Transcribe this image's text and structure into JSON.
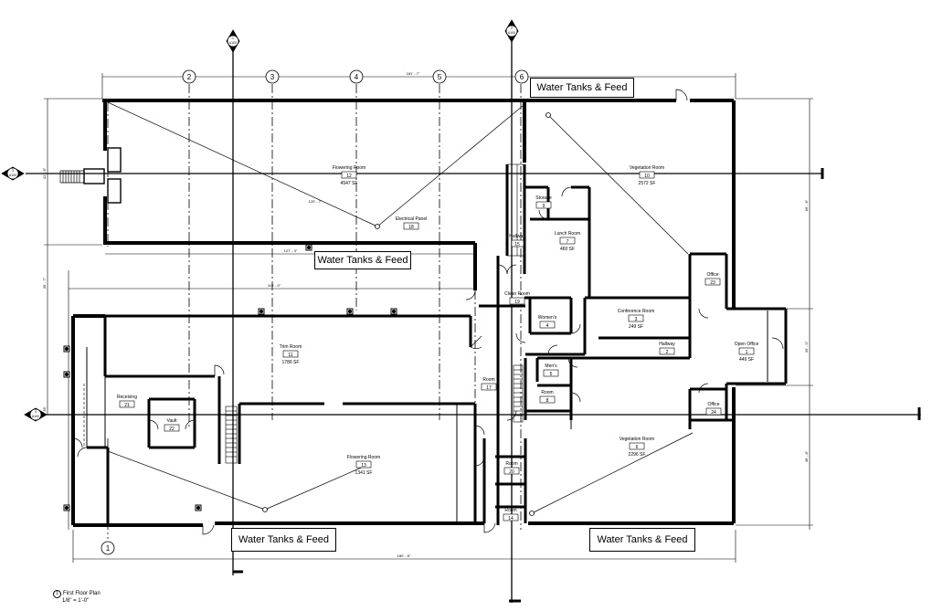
{
  "title_block": {
    "view_number": "1",
    "view_title": "First Floor Plan",
    "scale": "1/8\" = 1'-0\""
  },
  "callouts": {
    "top": "Water Tanks & Feed",
    "middle": "Water Tanks & Feed",
    "bottom_left": "Water Tanks & Feed",
    "bottom_right": "Water Tanks & Feed"
  },
  "grid_bubbles": [
    "1",
    "2",
    "3",
    "4",
    "5",
    "6"
  ],
  "section_markers": [
    {
      "num": "1",
      "sheet": "A100"
    },
    {
      "num": "2",
      "sheet": "A100"
    },
    {
      "num": "3",
      "sheet": "A100"
    },
    {
      "num": "4",
      "sheet": "A100"
    }
  ],
  "rooms": {
    "flowering_12": {
      "name": "Flowering Room",
      "number": "12",
      "area": "4547 SF"
    },
    "vegetation_10": {
      "name": "Vegetation Room",
      "number": "10",
      "area": "2572 SF"
    },
    "storage_9": {
      "name": "Storage",
      "number": "9"
    },
    "electrical_18": {
      "name": "Electrical Panel",
      "number": "18"
    },
    "hallway_15": {
      "name": "Hallway",
      "number": "15"
    },
    "lunch_7": {
      "name": "Lunch Room",
      "number": "7",
      "area": "460 SF"
    },
    "office_23": {
      "name": "Office",
      "number": "23"
    },
    "clean_19": {
      "name": "Clean Room",
      "number": "19"
    },
    "womens_4": {
      "name": "Women's",
      "number": "4"
    },
    "conference_3": {
      "name": "Conference Room",
      "number": "3",
      "area": "249 SF"
    },
    "hallway_2": {
      "name": "Hallway",
      "number": "2"
    },
    "open_office_1": {
      "name": "Open Office",
      "number": "1",
      "area": "449 SF"
    },
    "trim_11": {
      "name": "Trim Room",
      "number": "11",
      "area": "1786 SF"
    },
    "mens_5": {
      "name": "Men's",
      "number": "5"
    },
    "room_17": {
      "name": "Room",
      "number": "17"
    },
    "room_8": {
      "name": "Room",
      "number": "8"
    },
    "office_24": {
      "name": "Office",
      "number": "24"
    },
    "receiving_21": {
      "name": "Receiving",
      "number": "21"
    },
    "vault_22": {
      "name": "Vault",
      "number": "22"
    },
    "vegetation_6": {
      "name": "Vegetation Room",
      "number": "6",
      "area": "2296 SF"
    },
    "flowering_13": {
      "name": "Flowering Room",
      "number": "13",
      "area": "1341 SF"
    },
    "room_20": {
      "name": "Room",
      "number": "20"
    },
    "room_14": {
      "name": "Room",
      "number": "14"
    }
  },
  "dimensions": {
    "top_overall": "181' - 7\"",
    "bottom_overall": "180' - 8\"",
    "flower_diag": "120' - 7\"",
    "tank_band": "127' - 3\"",
    "trim_top": "119' - 0\"",
    "left_upper": "41' - 8\"",
    "left_mid": "39' - 7\"",
    "left_lower": "46'",
    "right_upper": "66' - 8\"",
    "right_mid": "33' - 0\"",
    "right_lower": "46' - 8\""
  }
}
